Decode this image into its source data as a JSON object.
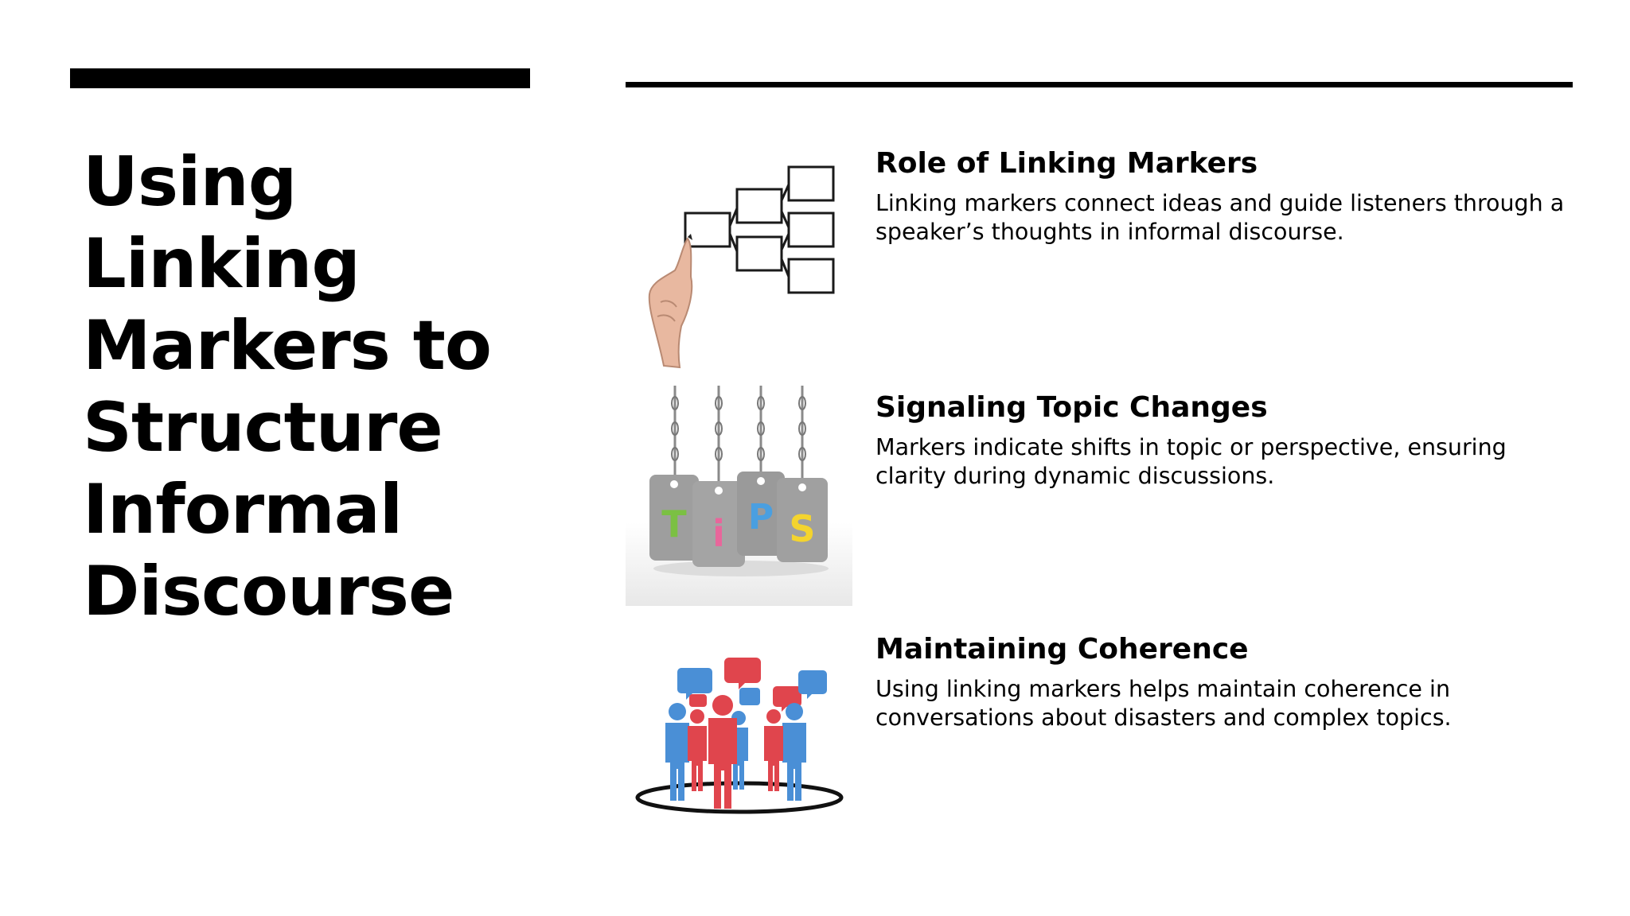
{
  "slide": {
    "title": "Using Linking Markers to Structure Informal Discourse"
  },
  "items": [
    {
      "heading": "Role of Linking Markers",
      "body": "Linking markers connect ideas and guide listeners through a speaker’s thoughts in informal discourse.",
      "icon": "flowchart-hand-icon"
    },
    {
      "heading": "Signaling Topic Changes",
      "body": "Markers indicate shifts in topic or perspective, ensuring clarity during dynamic discussions.",
      "icon": "tips-tags-icon",
      "tag_letters": [
        "T",
        "i",
        "P",
        "S"
      ]
    },
    {
      "heading": "Maintaining Coherence",
      "body": "Using linking markers helps maintain coherence in conversations about disasters and complex topics.",
      "icon": "people-chat-icon"
    }
  ],
  "colors": {
    "text": "#000000",
    "background": "#ffffff",
    "tag_gray": "#9e9e9e",
    "letter_green": "#7bc043",
    "letter_pink": "#e8669b",
    "letter_blue": "#4a9fe0",
    "letter_yellow": "#f4d42e",
    "figure_blue": "#4a8fd6",
    "figure_red": "#e0454d"
  }
}
